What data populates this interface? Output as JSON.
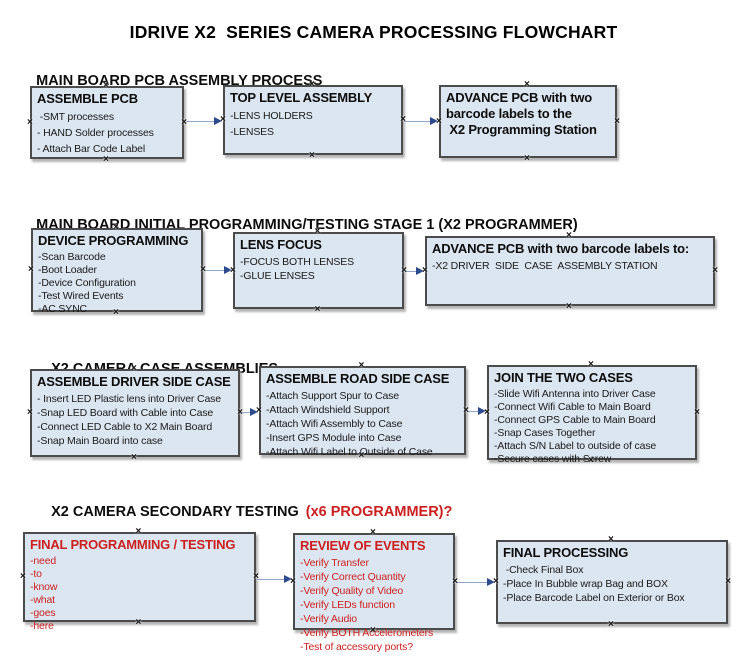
{
  "meta": {
    "anchor_glyph": "×"
  },
  "page": {
    "title": "IDRIVE X2  SERIES CAMERA PROCESSING FLOWCHART"
  },
  "colors": {
    "box_fill": "#dce6f1",
    "box_border": "#4b4b4b",
    "box_shadow": "#b4b4b4",
    "red_text": "#cc1f1f",
    "arrow_line": "#8fa5c8",
    "arrow_head": "#2c4a8c",
    "text": "#1a1a1a"
  },
  "sections": [
    {
      "heading": "MAIN BOARD PCB ASSEMBLY PROCESS",
      "heading_red": "",
      "boxes": [
        {
          "title": "ASSEMBLE PCB",
          "items": [
            " -SMT processes",
            "- HAND Solder processes",
            "- Attach Bar Code Label"
          ]
        },
        {
          "title": "TOP LEVEL ASSEMBLY",
          "items": [
            "-LENS HOLDERS",
            "-LENSES"
          ]
        },
        {
          "title": "ADVANCE PCB with two\nbarcode labels to the\n X2 Programming Station",
          "items": []
        }
      ]
    },
    {
      "heading": "MAIN BOARD INITIAL PROGRAMMING/TESTING STAGE 1 (X2 PROGRAMMER)",
      "heading_red": "",
      "boxes": [
        {
          "title": "DEVICE PROGRAMMING",
          "items": [
            "-Scan Barcode",
            "-Boot Loader",
            "-Device Configuration",
            "-Test Wired Events",
            "-AC SYNC"
          ]
        },
        {
          "title": "LENS FOCUS",
          "items": [
            "-FOCUS BOTH LENSES",
            "-GLUE LENSES"
          ]
        },
        {
          "title": "ADVANCE PCB with two barcode labels to:",
          "items": [
            "-X2 DRIVER  SIDE  CASE  ASSEMBLY STATION"
          ]
        }
      ]
    },
    {
      "heading": "X2 CAMERA CASE ASSEMBLIES",
      "heading_red": "",
      "boxes": [
        {
          "title": "ASSEMBLE DRIVER SIDE CASE",
          "items": [
            "- Insert LED Plastic lens into Driver Case",
            "-Snap LED Board with Cable into Case",
            "-Connect LED Cable to X2 Main Board",
            "-Snap Main Board into case"
          ]
        },
        {
          "title": "ASSEMBLE ROAD SIDE CASE",
          "items": [
            "-Attach Support Spur to Case",
            "-Attach Windshield Support",
            "-Attach Wifi Assembly to Case",
            "-Insert GPS Module into Case",
            "-Attach Wifi Label to Outside of Case"
          ]
        },
        {
          "title": "JOIN THE TWO CASES",
          "items": [
            "-Slide Wifi Antenna into Driver Case",
            "-Connect Wifi Cable to Main Board",
            "-Connect GPS Cable to Main Board",
            "-Snap Cases Together",
            "-Attach S/N Label to outside of case",
            "-Secure cases with Screw"
          ]
        }
      ]
    },
    {
      "heading": "X2 CAMERA SECONDARY TESTING",
      "heading_red": "(x6 PROGRAMMER)?",
      "boxes": [
        {
          "title": "FINAL PROGRAMMING / TESTING",
          "items": [
            "-need",
            "-to",
            "-know",
            "-what",
            "-goes",
            "-here"
          ]
        },
        {
          "title": "REVIEW OF EVENTS",
          "items": [
            "-Verify Transfer",
            "-Verify Correct Quantity",
            "-Verify Quality of Video",
            "-Verify LEDs function",
            "-Verify Audio",
            "-Verify BOTH Accelerometers",
            "-Test of accessory ports?"
          ]
        },
        {
          "title": "FINAL PROCESSING",
          "items": [
            " -Check Final Box",
            "-Place In Bubble wrap Bag and BOX",
            "-Place Barcode Label on Exterior or Box"
          ]
        }
      ]
    }
  ]
}
